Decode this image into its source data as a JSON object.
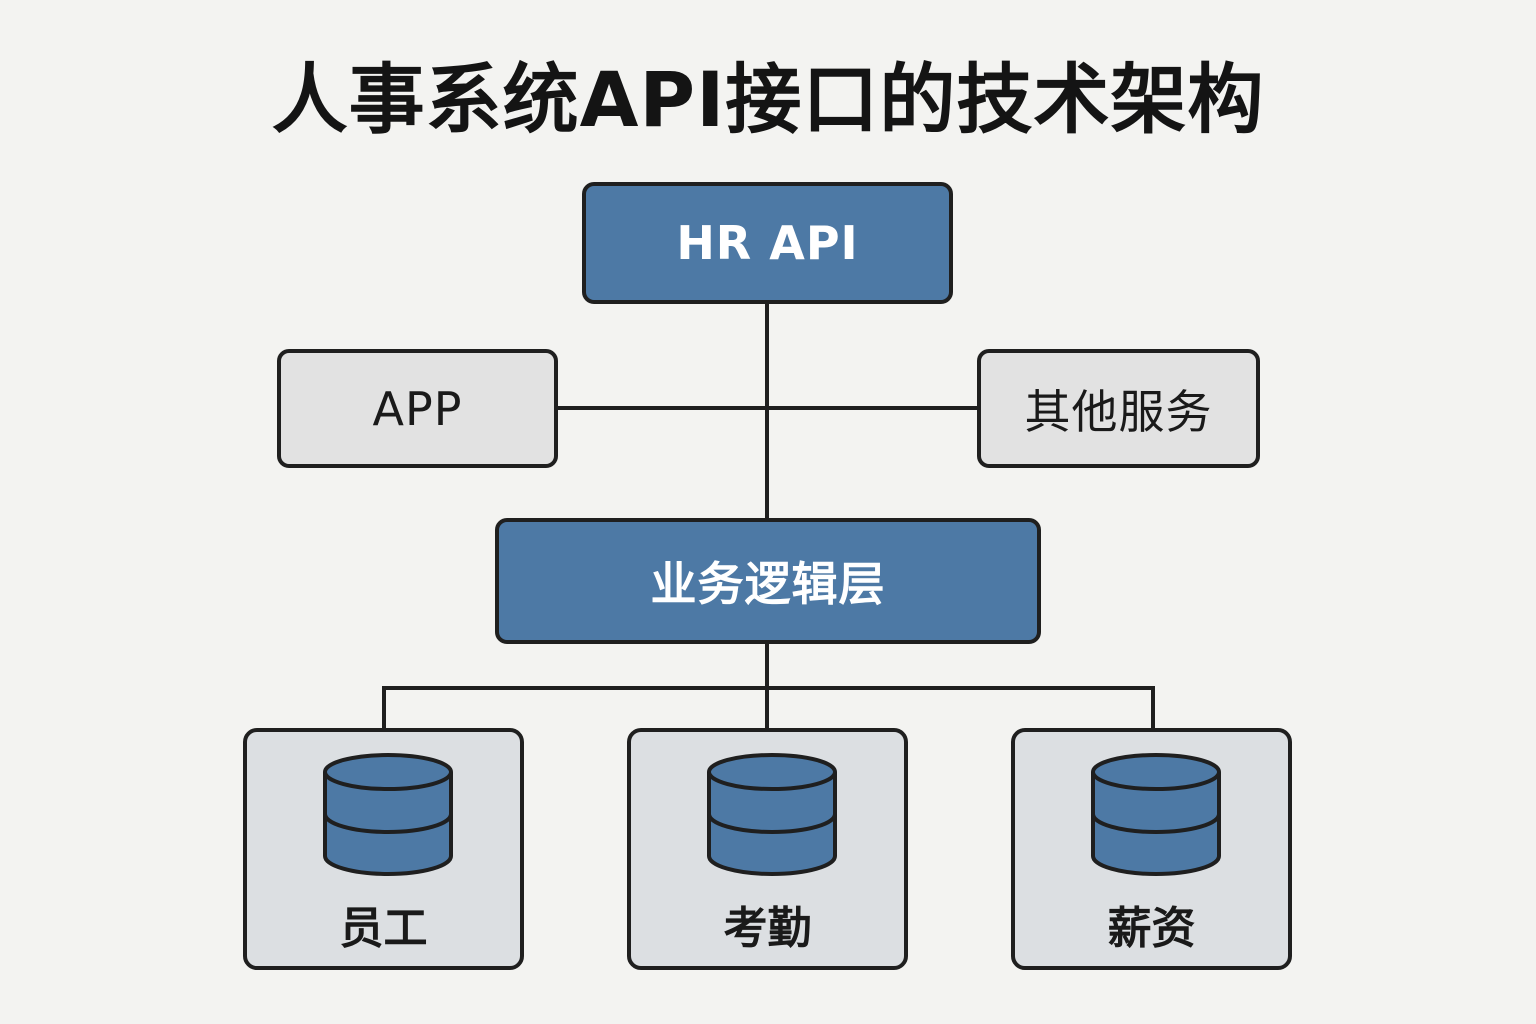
{
  "title": "人事系统API接口的技术架构",
  "colors": {
    "primary_fill": "#4d79a5",
    "secondary_fill": "#e2e2e2",
    "card_fill": "#dcdfe2",
    "stroke": "#1f1f1f",
    "background": "#f3f3f1"
  },
  "nodes": {
    "hr_api": "HR API",
    "app": "APP",
    "other_services": "其他服务",
    "business_logic": "业务逻辑层"
  },
  "databases": [
    {
      "label": "员工",
      "icon": "database-icon"
    },
    {
      "label": "考勤",
      "icon": "database-icon"
    },
    {
      "label": "薪资",
      "icon": "database-icon"
    }
  ]
}
